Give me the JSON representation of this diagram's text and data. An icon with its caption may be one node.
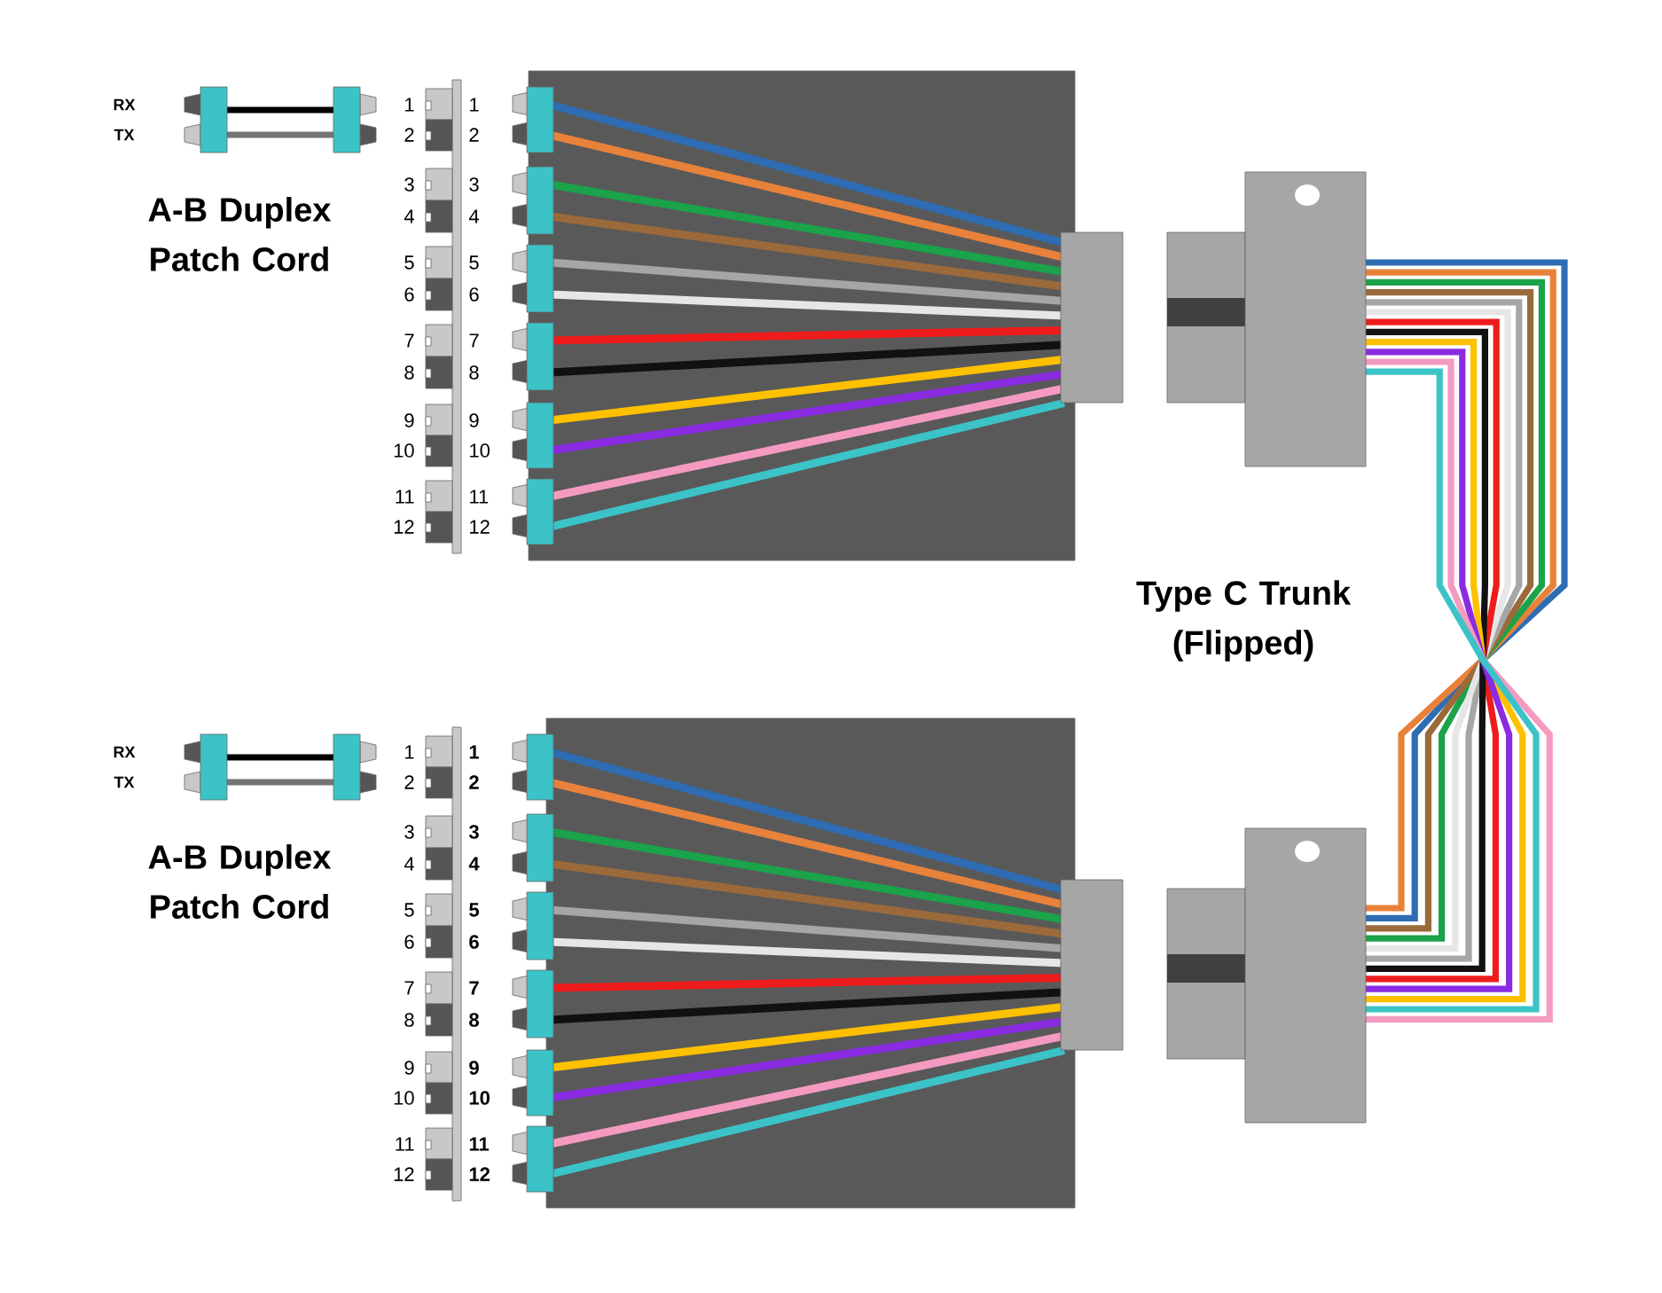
{
  "diagram": {
    "labels": [
      "RX",
      "TX",
      "A-B Duplex Patch Cord",
      "1",
      "2",
      "3",
      "4",
      "5",
      "6",
      "7",
      "8",
      "9",
      "10",
      "11",
      "12",
      "1",
      "2",
      "3",
      "4",
      "5",
      "6",
      "7",
      "8",
      "9",
      "10",
      "11",
      "12",
      "Type C Trunk (Flipped)",
      "RX",
      "TX",
      "A-B Duplex Patch Cord",
      "1",
      "2",
      "3",
      "4",
      "5",
      "6",
      "7",
      "8",
      "9",
      "10",
      "11",
      "12",
      "1",
      "2",
      "3",
      "4",
      "5",
      "6",
      "7",
      "8",
      "9",
      "10",
      "11",
      "12"
    ]
  }
}
